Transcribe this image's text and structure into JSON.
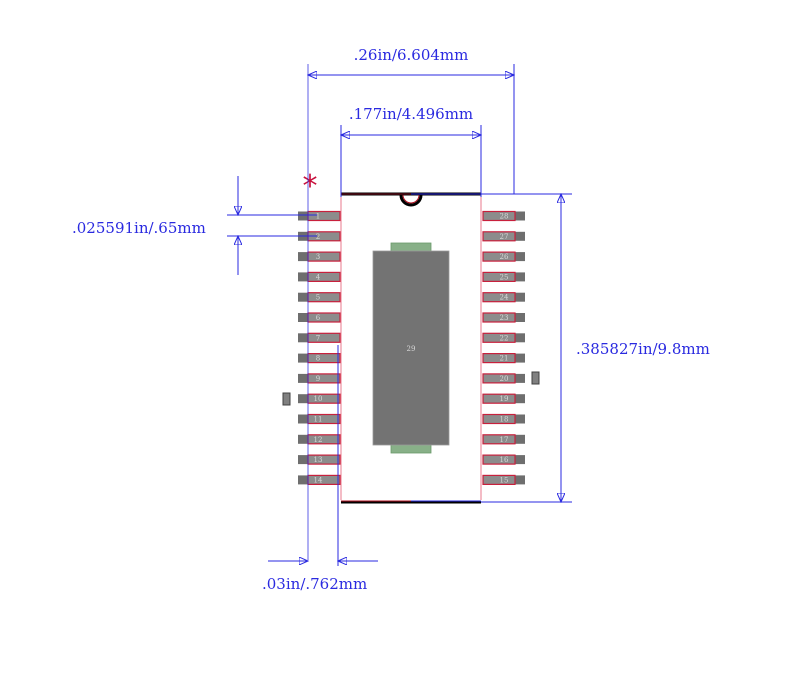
{
  "footprint": {
    "pin1_marker": "*",
    "left_pins": [
      "1",
      "2",
      "3",
      "4",
      "5",
      "6",
      "7",
      "8",
      "9",
      "10",
      "11",
      "12",
      "13",
      "14"
    ],
    "right_pins": [
      "28",
      "27",
      "26",
      "25",
      "24",
      "23",
      "22",
      "21",
      "20",
      "19",
      "18",
      "17",
      "16",
      "15"
    ],
    "thermal_pad_label": "29"
  },
  "dimensions": {
    "overall_width": ".26in/6.604mm",
    "body_width": ".177in/4.496mm",
    "pitch": ".025591in/.65mm",
    "body_length": ".385827in/9.8mm",
    "pad_length": ".03in/.762mm"
  },
  "colors": {
    "dimension": "#2a2ae0",
    "pad_fill": "#8c8c8c",
    "pad_dark": "#6e6e6e",
    "pad_outline": "#c8203c",
    "thermal_pad": "#737373",
    "paste_tab": "#88b088",
    "body_outline": "#000000",
    "pin1_marker": "#c8103c"
  }
}
